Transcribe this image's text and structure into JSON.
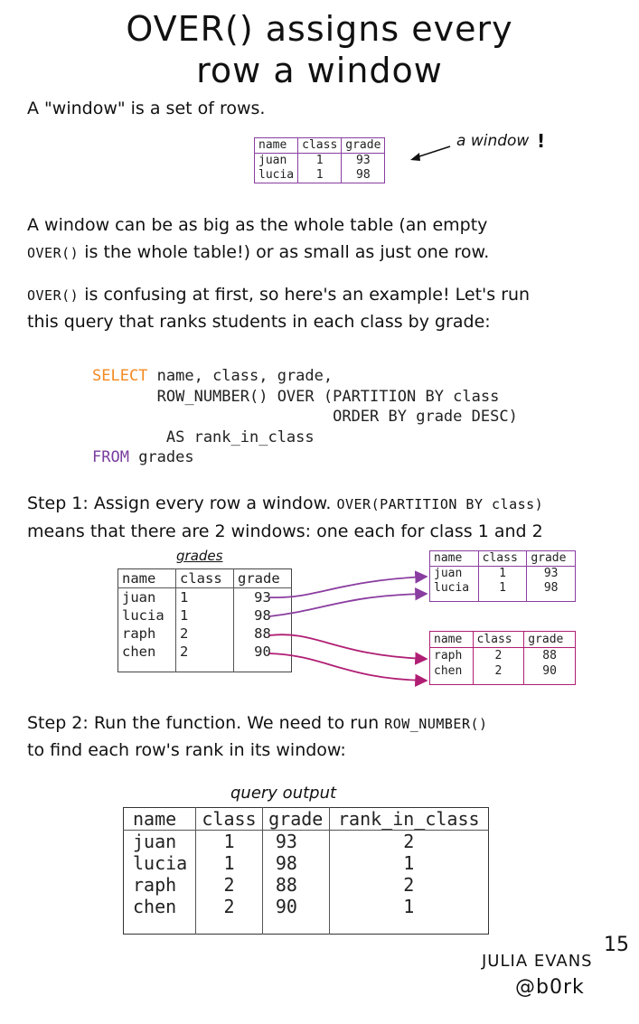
{
  "title": {
    "line1": "OVER() assigns every",
    "line2": "row a window"
  },
  "intro": "A \"window\" is a set of rows.",
  "window_example": {
    "label": "a window",
    "exclaim": "!",
    "headers": [
      "name",
      "class",
      "grade"
    ],
    "rows": [
      [
        "juan",
        "1",
        "93"
      ],
      [
        "lucia",
        "1",
        "98"
      ]
    ]
  },
  "para2": {
    "line1": "A window can be as big as the whole table (an empty",
    "code": "OVER()",
    "line2_rest": " is the whole table!) or as small as just one row."
  },
  "para3": {
    "code": "OVER()",
    "line1_rest": " is confusing at first, so here's an example! Let's run",
    "line2": "this query that ranks students in each class by grade:"
  },
  "query": {
    "select_kw": "SELECT",
    "line1_rest": " name, class, grade,",
    "line2": "       ROW_NUMBER() OVER (PARTITION BY class",
    "line3": "                          ORDER BY grade DESC)",
    "line4": "        AS rank_in_class",
    "from_kw": "FROM",
    "line5_rest": " grades"
  },
  "step1": {
    "prefix": "Step 1: Assign every row a window. ",
    "code": "OVER(PARTITION BY class)",
    "line2": "means that there are 2 windows: one each for class 1 and 2"
  },
  "grades_table": {
    "label": "grades",
    "headers": [
      "name",
      "class",
      "grade"
    ],
    "rows": [
      [
        "juan",
        "1",
        "93"
      ],
      [
        "lucia",
        "1",
        "98"
      ],
      [
        "raph",
        "2",
        "88"
      ],
      [
        "chen",
        "2",
        "90"
      ]
    ]
  },
  "window1": {
    "headers": [
      "name",
      "class",
      "grade"
    ],
    "rows": [
      [
        "juan",
        "1",
        "93"
      ],
      [
        "lucia",
        "1",
        "98"
      ]
    ]
  },
  "window2": {
    "headers": [
      "name",
      "class",
      "grade"
    ],
    "rows": [
      [
        "raph",
        "2",
        "88"
      ],
      [
        "chen",
        "2",
        "90"
      ]
    ]
  },
  "step2": {
    "line1_prefix": "Step 2: Run the function. We need to run ",
    "code": "ROW_NUMBER()",
    "line2": "to find each row's rank in its window:"
  },
  "output_table": {
    "label": "query output",
    "headers": [
      "name",
      "class",
      "grade",
      "rank_in_class"
    ],
    "rows": [
      [
        "juan",
        "1",
        "93",
        "2"
      ],
      [
        "lucia",
        "1",
        "98",
        "1"
      ],
      [
        "raph",
        "2",
        "88",
        "2"
      ],
      [
        "chen",
        "2",
        "90",
        "1"
      ]
    ]
  },
  "page_number": "15",
  "author": {
    "name": "JULIA EVANS",
    "handle": "@b0rk"
  },
  "colors": {
    "purple": "#8a3da0",
    "magenta": "#b01e74",
    "orange": "#f4891f"
  }
}
